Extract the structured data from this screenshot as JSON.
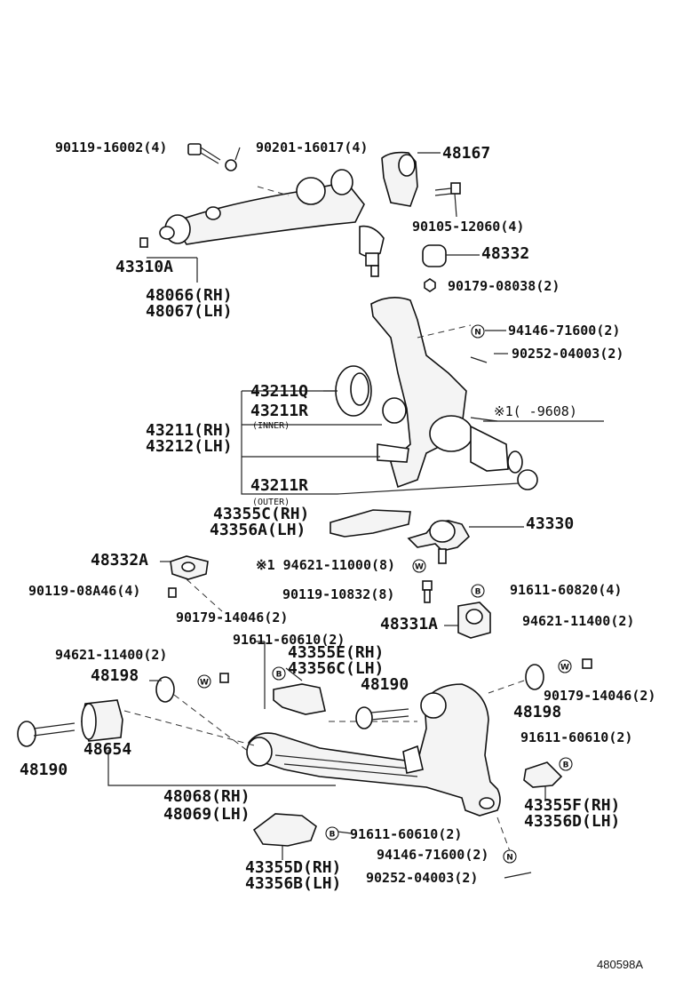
{
  "labels": {
    "p90119_16002": "90119-16002(4)",
    "p90201_16017": "90201-16017(4)",
    "p48167": "48167",
    "p90105_12060": "90105-12060(4)",
    "p48332": "48332",
    "p90179_08038": "90179-08038(2)",
    "p43310A": "43310A",
    "p48066": "48066(RH)",
    "p48067": "48067(LH)",
    "p94146_71600_top": "94146-71600(2)",
    "p90252_04003_top": "90252-04003(2)",
    "p43211Q": "43211Q",
    "p43211R_inner": "43211R",
    "inner_note": "(INNER)",
    "p43211": "43211(RH)",
    "p43212": "43212(LH)",
    "note_9608": "※1(   -9608)",
    "p43211R_outer": "43211R",
    "outer_note": "(OUTER)",
    "p43355C": "43355C(RH)",
    "p43356A": "43356A(LH)",
    "p43330": "43330",
    "p48332A": "48332A",
    "p94621_11000": "※1 94621-11000(8)",
    "p90119_08A46": "90119-08A46(4)",
    "p90119_10832": "90119-10832(8)",
    "p91611_60820": "91611-60820(4)",
    "p90179_14046_left": "90179-14046(2)",
    "p48331A": "48331A",
    "p94621_11400_right": "94621-11400(2)",
    "p91611_60610_mid": "91611-60610(2)",
    "p43355E": "43355E(RH)",
    "p43356C": "43356C(LH)",
    "p94621_11400_left": "94621-11400(2)",
    "p48198_left": "48198",
    "p48190_mid": "48190",
    "p90179_14046_right": "90179-14046(2)",
    "p48198_right": "48198",
    "p48654": "48654",
    "p48190_left": "48190",
    "p91611_60610_right": "91611-60610(2)",
    "p48068": "48068(RH)",
    "p48069": "48069(LH)",
    "p43355F": "43355F(RH)",
    "p43356D": "43356D(LH)",
    "p91611_60610_bot": "91611-60610(2)",
    "p94146_71600_bot": "94146-71600(2)",
    "p43355D": "43355D(RH)",
    "p43356B": "43356B(LH)",
    "p90252_04003_bot": "90252-04003(2)"
  },
  "symbols": {
    "N": "N",
    "W": "W",
    "B": "B"
  },
  "footer": {
    "ref_code": "480598A"
  }
}
